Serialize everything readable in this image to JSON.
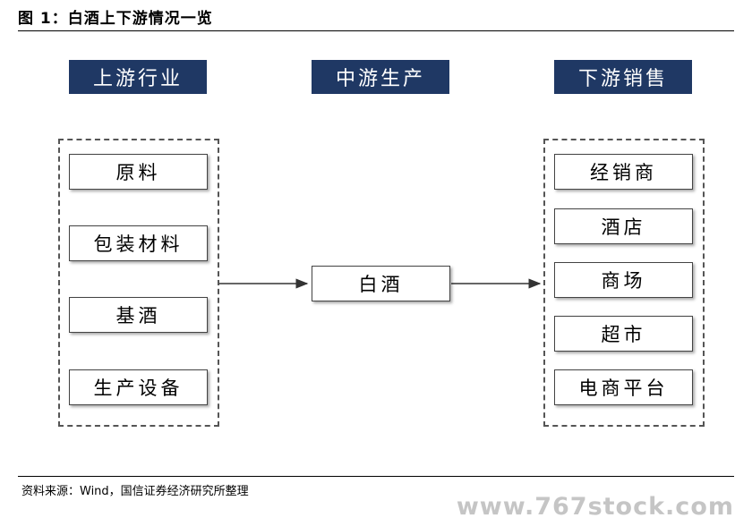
{
  "title": "图 1：白酒上下游情况一览",
  "columns": {
    "upstream": {
      "header": "上游行业",
      "items": [
        "原料",
        "包装材料",
        "基酒",
        "生产设备"
      ]
    },
    "midstream": {
      "header": "中游生产",
      "item": "白酒"
    },
    "downstream": {
      "header": "下游销售",
      "items": [
        "经销商",
        "酒店",
        "商场",
        "超市",
        "电商平台"
      ]
    }
  },
  "colors": {
    "header_bg": "#1f3864",
    "header_text": "#ffffff",
    "box_border": "#444444"
  },
  "source": "资料来源：Wind，国信证券经济研究所整理",
  "watermark": "www.767stock.com"
}
